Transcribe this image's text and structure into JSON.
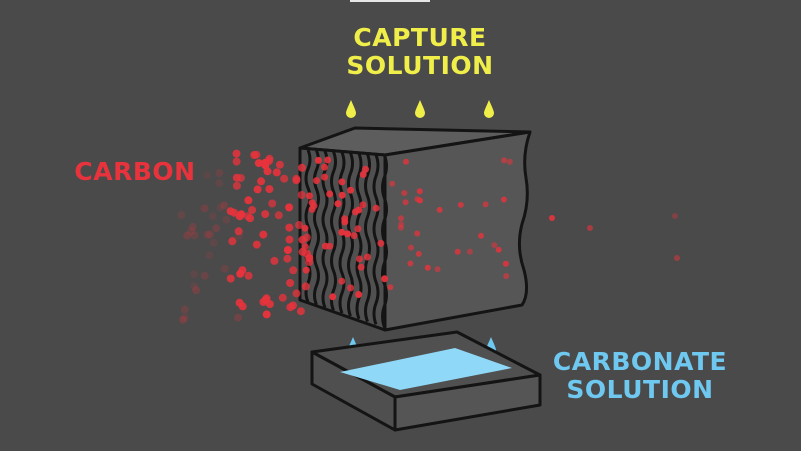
{
  "labels": {
    "capture_line1": "CAPTURE",
    "capture_line2": "SOLUTION",
    "carbon": "CARBON",
    "carbonate_line1": "CARBONATE",
    "carbonate_line2": "SOLUTION"
  },
  "colors": {
    "background": "#4a4a4a",
    "capture": "#f0ef4a",
    "carbon": "#e8333c",
    "carbonate": "#6ec8f0",
    "cube_front": "#565656",
    "cube_top": "#5d5d5d",
    "cube_side": "#505050",
    "outline": "#141414",
    "tray_liquid": "#8fd8f8"
  },
  "icons": [
    "yellow-drop-icon",
    "blue-drop-icon"
  ]
}
